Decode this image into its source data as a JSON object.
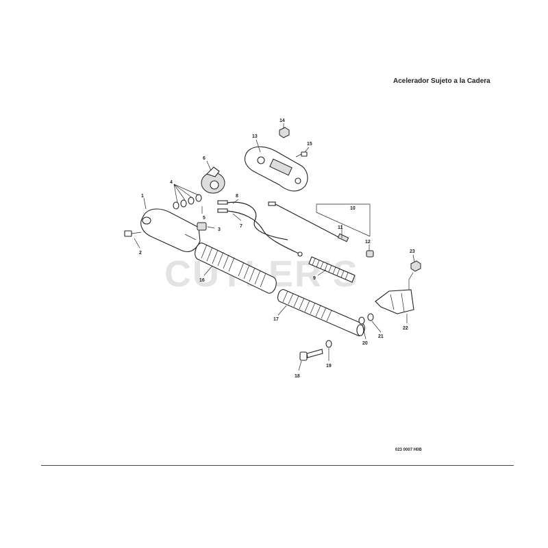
{
  "header": {
    "title": "Acelerador Sujeto a la Cadera"
  },
  "watermark": {
    "text": "CUTLER'S"
  },
  "footer": {
    "code": "023 0007 H0B"
  },
  "parts": [
    {
      "id": "1"
    },
    {
      "id": "2"
    },
    {
      "id": "3"
    },
    {
      "id": "4"
    },
    {
      "id": "5"
    },
    {
      "id": "6"
    },
    {
      "id": "7"
    },
    {
      "id": "8"
    },
    {
      "id": "9"
    },
    {
      "id": "10"
    },
    {
      "id": "11"
    },
    {
      "id": "12"
    },
    {
      "id": "13"
    },
    {
      "id": "14"
    },
    {
      "id": "15"
    },
    {
      "id": "16"
    },
    {
      "id": "17"
    },
    {
      "id": "18"
    },
    {
      "id": "19"
    },
    {
      "id": "20"
    },
    {
      "id": "21"
    },
    {
      "id": "22"
    },
    {
      "id": "23"
    }
  ]
}
